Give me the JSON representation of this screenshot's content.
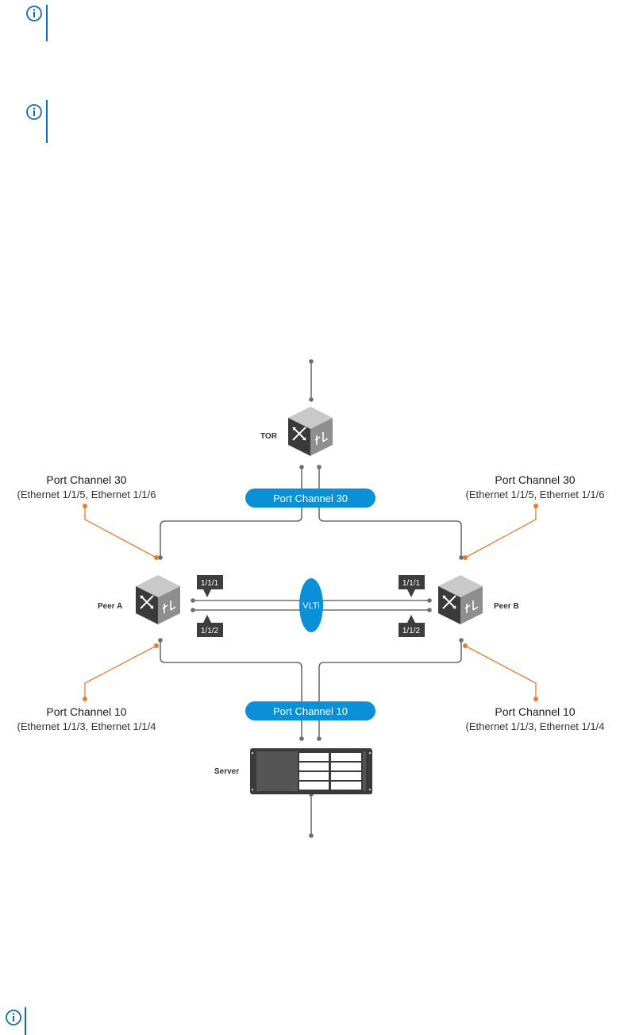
{
  "colors": {
    "accent_blue": "#0b8fd6",
    "note_blue": "#0b6ebd",
    "line_gray": "#6e6e6e",
    "leader_orange": "#f0782d",
    "port_box": "#3d3d3d"
  },
  "notes": [
    {
      "icon": "info-icon"
    },
    {
      "icon": "info-icon"
    },
    {
      "icon": "info-icon"
    }
  ],
  "diagram": {
    "nodes": {
      "tor": "TOR",
      "peer_a": "Peer A",
      "peer_b": "Peer B",
      "server": "Server"
    },
    "pills": {
      "top": "Port Channel 30",
      "bottom": "Port Channel 10"
    },
    "vlti": "VLTi",
    "ports": {
      "a_top": "1/1/1",
      "a_bottom": "1/1/2",
      "b_top": "1/1/1",
      "b_bottom": "1/1/2"
    },
    "callouts": {
      "top_left": {
        "title": "Port Channel 30",
        "sub": "(Ethernet 1/1/5, Ethernet 1/1/6"
      },
      "top_right": {
        "title": "Port Channel 30",
        "sub": "(Ethernet 1/1/5, Ethernet 1/1/6"
      },
      "bottom_left": {
        "title": "Port Channel 10",
        "sub": "(Ethernet 1/1/3, Ethernet 1/1/4"
      },
      "bottom_right": {
        "title": "Port Channel 10",
        "sub": "(Ethernet 1/1/3, Ethernet 1/1/4"
      }
    }
  }
}
